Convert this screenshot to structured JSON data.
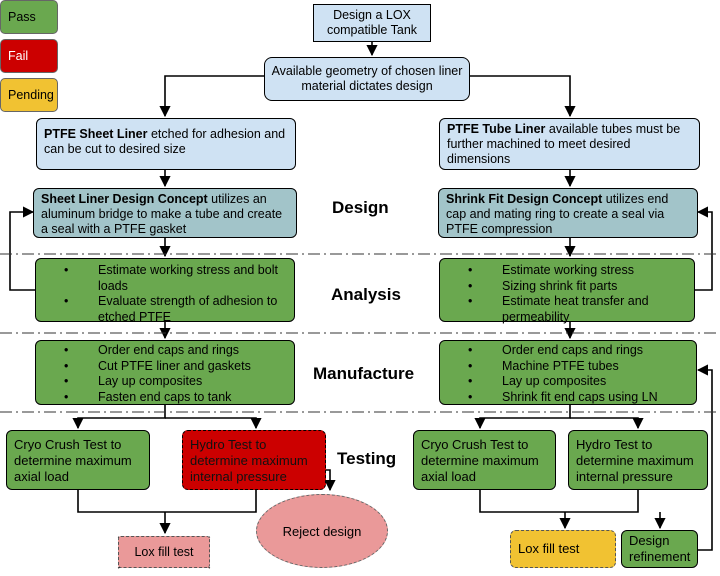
{
  "legend": {
    "pass": "Pass",
    "fail": "Fail",
    "pending": "Pending"
  },
  "top": {
    "goal": "Design a LOX compatible Tank",
    "geometry": "Available geometry of chosen liner material dictates design"
  },
  "left": {
    "liner_bold": "PTFE Sheet Liner",
    "liner_rest": " etched for adhesion and can be cut to desired size",
    "concept_bold": "Sheet Liner Design Concept",
    "concept_rest": " utilizes an aluminum bridge to make a tube and create a seal with a PTFE gasket",
    "analysis": [
      "Estimate working stress and bolt loads",
      "Evaluate strength of adhesion to etched PTFE"
    ],
    "manufacture": [
      "Order end caps and rings",
      "Cut PTFE liner and gaskets",
      "Lay up composites",
      "Fasten end caps to tank"
    ],
    "cryo": "Cryo Crush Test to determine maximum axial load",
    "hydro": "Hydro Test to determine maximum internal pressure",
    "lox": "Lox fill test",
    "reject": "Reject design"
  },
  "right": {
    "liner_bold": "PTFE Tube Liner",
    "liner_rest": " available tubes must be further machined to meet desired dimensions",
    "concept_bold": "Shrink Fit Design Concept",
    "concept_rest": " utilizes end cap and mating ring to create a seal via PTFE compression",
    "analysis": [
      "Estimate working stress",
      "Sizing shrink fit parts",
      "Estimate heat transfer and permeability"
    ],
    "manufacture": [
      "Order end caps and rings",
      "Machine PTFE tubes",
      "Lay up composites",
      "Shrink fit end caps using LN"
    ],
    "cryo": "Cryo Crush Test to determine maximum axial load",
    "hydro": "Hydro Test to determine maximum internal pressure",
    "lox": "Lox fill test",
    "refinement": "Design refinement"
  },
  "sections": {
    "design": "Design",
    "analysis": "Analysis",
    "manufacture": "Manufacture",
    "testing": "Testing"
  },
  "colors": {
    "pass": "#6aa84f",
    "fail": "#cc0000",
    "pending": "#f1c232",
    "reject": "#ea9999",
    "liner": "#cfe2f3",
    "concept": "#a2c4c9"
  }
}
